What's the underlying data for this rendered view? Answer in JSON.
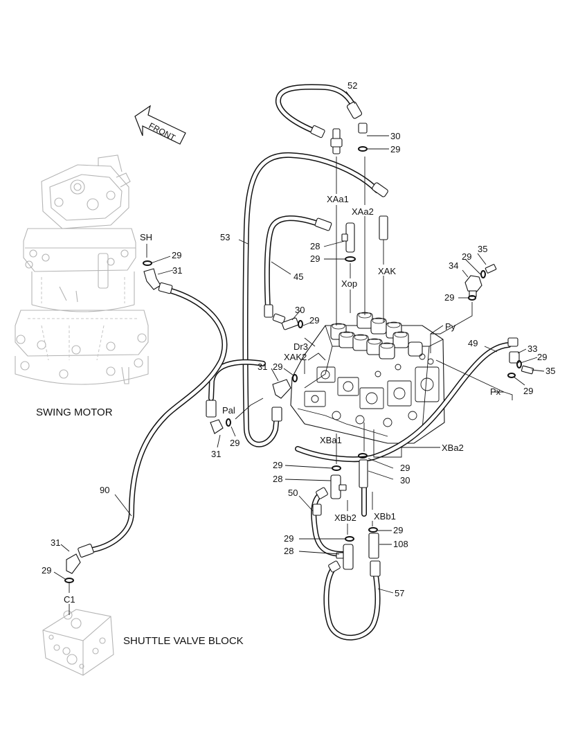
{
  "captions": {
    "swing_motor": "SWING MOTOR",
    "shuttle_valve_block": "SHUTTLE VALVE BLOCK",
    "front": "FRONT"
  },
  "port_labels": {
    "SH": "SH",
    "Pal": "Pal",
    "C1": "C1",
    "XAa1": "XAa1",
    "XAa2": "XAa2",
    "XAK": "XAK",
    "Xop": "Xop",
    "Dr3": "Dr3",
    "XAK2": "XAK2",
    "Py": "Py",
    "Px": "Px",
    "XBa1": "XBa1",
    "XBa2": "XBa2",
    "XBb2": "XBb2",
    "XBb1": "XBb1"
  },
  "part_numbers": {
    "p52": "52",
    "p30a": "30",
    "p29a": "29",
    "p53": "53",
    "p28a": "28",
    "p29b": "29",
    "p45": "45",
    "p35": "35",
    "p34": "34",
    "p29c": "29",
    "p29d": "29",
    "p30b": "30",
    "p29e": "29",
    "p29f": "29",
    "p31a": "31",
    "p31b": "31",
    "p29g": "29",
    "p49": "49",
    "p33": "33",
    "p29h": "29",
    "p35b": "35",
    "p29i": "29",
    "p29j": "29",
    "p31c": "31",
    "p29k": "29",
    "p28b": "28",
    "p29l": "29",
    "p30c": "30",
    "p50": "50",
    "p29m": "29",
    "p28c": "28",
    "p29n": "29",
    "p108": "108",
    "p57": "57",
    "p90": "90",
    "p31d": "31",
    "p29o": "29"
  }
}
